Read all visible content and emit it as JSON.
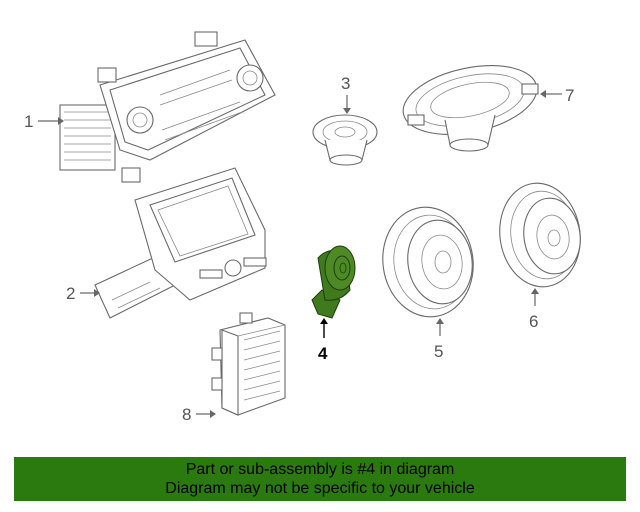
{
  "colors": {
    "highlight_part": "#3f7a1c",
    "banner_background": "#2a7a10",
    "line_art": "#6a6a6a"
  },
  "callouts": [
    {
      "id": "1",
      "part": "radio-head-unit"
    },
    {
      "id": "2",
      "part": "display-module"
    },
    {
      "id": "3",
      "part": "tweeter-speaker"
    },
    {
      "id": "4",
      "part": "highlighted-small-speaker"
    },
    {
      "id": "5",
      "part": "door-speaker-front"
    },
    {
      "id": "6",
      "part": "door-speaker-rear"
    },
    {
      "id": "7",
      "part": "oval-speaker"
    },
    {
      "id": "8",
      "part": "amplifier-module"
    }
  ],
  "highlighted_callout": "4",
  "banner": {
    "line1": "Part or sub-assembly is #4 in diagram",
    "line2": "Diagram may not be specific to your vehicle"
  }
}
